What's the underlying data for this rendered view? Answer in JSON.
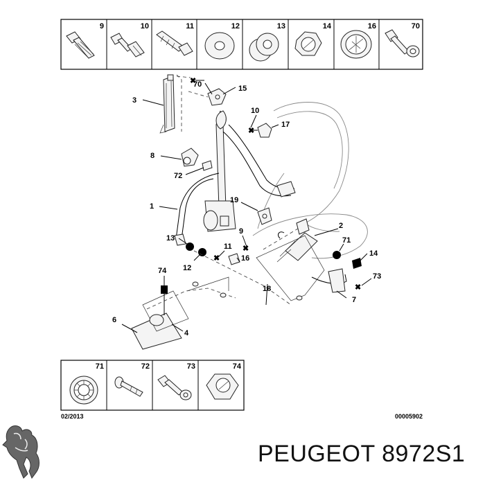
{
  "top_parts": [
    {
      "number": "9",
      "icon": "bolt-icon"
    },
    {
      "number": "10",
      "icon": "shoulder-bolt-icon"
    },
    {
      "number": "11",
      "icon": "anchor-plug-icon"
    },
    {
      "number": "12",
      "icon": "flat-washer-icon"
    },
    {
      "number": "13",
      "icon": "spacer-ring-icon"
    },
    {
      "number": "14",
      "icon": "hex-nut-icon"
    },
    {
      "number": "16",
      "icon": "cage-nut-icon"
    },
    {
      "number": "70",
      "icon": "flange-screw-icon"
    }
  ],
  "bottom_parts": [
    {
      "number": "71",
      "icon": "serrated-washer-icon"
    },
    {
      "number": "72",
      "icon": "push-rivet-icon"
    },
    {
      "number": "73",
      "icon": "screw-washer-icon"
    },
    {
      "number": "74",
      "icon": "cap-nut-icon"
    }
  ],
  "callouts": [
    "3",
    "70",
    "15",
    "10",
    "17",
    "8",
    "72",
    "1",
    "19",
    "9",
    "2",
    "13",
    "11",
    "71",
    "14",
    "12",
    "16",
    "74",
    "73",
    "18",
    "7",
    "6",
    "4"
  ],
  "date_code": "02/2013",
  "diagram_code": "00005902",
  "brand": {
    "name": "PEUGEOT",
    "part_number": "8972S1",
    "logo": "peugeot-lion-logo"
  }
}
